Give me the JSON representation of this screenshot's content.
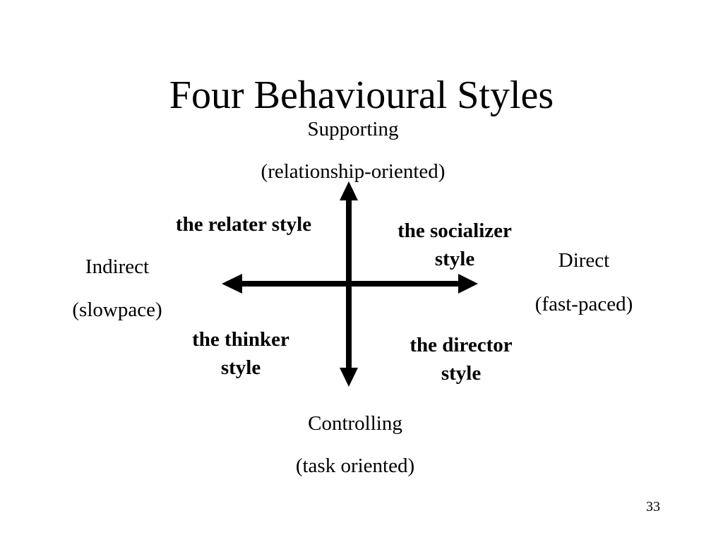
{
  "slide": {
    "title": "Four Behavioural Styles",
    "page_number": "33"
  },
  "poles": {
    "top": {
      "label": "Supporting",
      "sublabel": "(relationship-oriented)"
    },
    "bottom": {
      "label": "Controlling",
      "sublabel": "(task oriented)"
    },
    "left": {
      "label": "Indirect",
      "sublabel": "(slowpace)"
    },
    "right": {
      "label": "Direct",
      "sublabel": "(fast-paced)"
    }
  },
  "quadrants": {
    "top_left": {
      "line1": "the relater style",
      "line2": ""
    },
    "top_right": {
      "line1": "the socializer",
      "line2": "style"
    },
    "bottom_left": {
      "line1": "the thinker",
      "line2": "style"
    },
    "bottom_right": {
      "line1": "the director",
      "line2": "style"
    }
  }
}
